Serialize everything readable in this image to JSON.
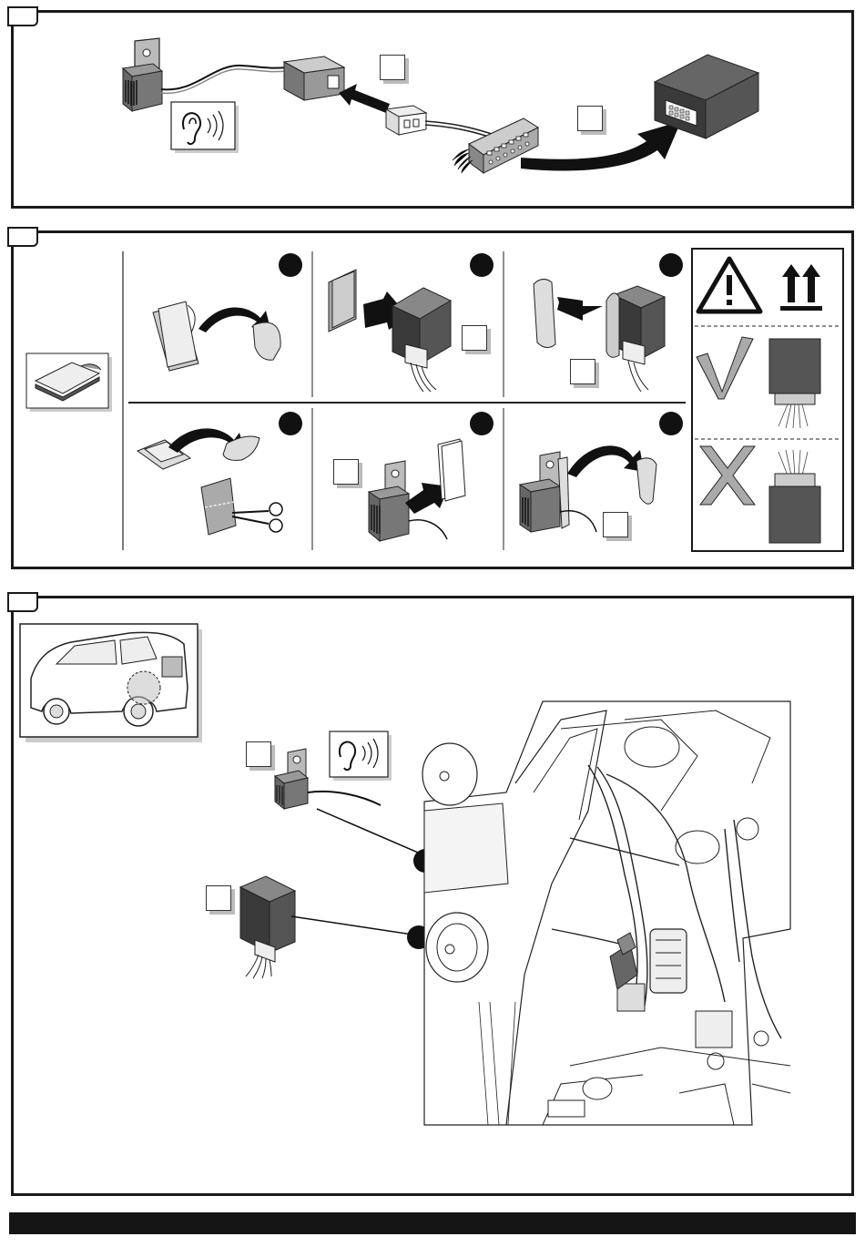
{
  "panels": [
    {
      "id": "panel-1",
      "step_label": ""
    },
    {
      "id": "panel-2",
      "step_label": ""
    },
    {
      "id": "panel-3",
      "step_label": ""
    }
  ],
  "colors": {
    "module_dark": "#444444",
    "module_mid": "#777777",
    "module_light": "#aaaaaa",
    "outline": "#1a1a1a",
    "dot": "#111111"
  },
  "icons": [
    "ear-sound-icon",
    "warning-triangle-icon",
    "this-way-up-icon",
    "check-mark-icon",
    "cross-mark-icon",
    "scissors-icon"
  ]
}
